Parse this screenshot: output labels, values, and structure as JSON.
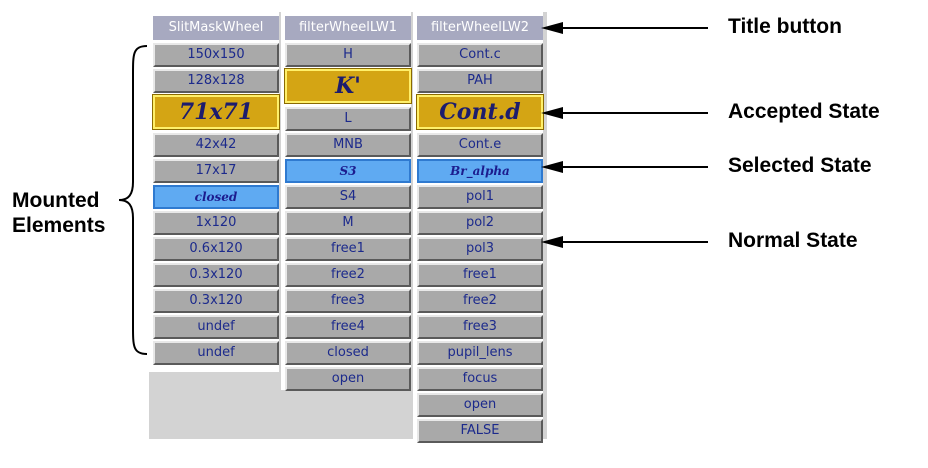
{
  "columns": [
    {
      "title": "SlitMaskWheel",
      "items": [
        {
          "label": "150x150",
          "state": "normal"
        },
        {
          "label": "128x128",
          "state": "normal"
        },
        {
          "label": "71x71",
          "state": "accepted"
        },
        {
          "label": "42x42",
          "state": "normal"
        },
        {
          "label": "17x17",
          "state": "normal"
        },
        {
          "label": "closed",
          "state": "selected"
        },
        {
          "label": "1x120",
          "state": "normal"
        },
        {
          "label": "0.6x120",
          "state": "normal"
        },
        {
          "label": "0.3x120",
          "state": "normal"
        },
        {
          "label": "0.3x120",
          "state": "normal"
        },
        {
          "label": "undef",
          "state": "normal"
        },
        {
          "label": "undef",
          "state": "normal"
        }
      ]
    },
    {
      "title": "filterWheelLW1",
      "items": [
        {
          "label": "H",
          "state": "normal"
        },
        {
          "label": "K'",
          "state": "accepted"
        },
        {
          "label": "L",
          "state": "normal"
        },
        {
          "label": "MNB",
          "state": "normal"
        },
        {
          "label": "S3",
          "state": "selected"
        },
        {
          "label": "S4",
          "state": "normal"
        },
        {
          "label": "M",
          "state": "normal"
        },
        {
          "label": "free1",
          "state": "normal"
        },
        {
          "label": "free2",
          "state": "normal"
        },
        {
          "label": "free3",
          "state": "normal"
        },
        {
          "label": "free4",
          "state": "normal"
        },
        {
          "label": "closed",
          "state": "normal"
        },
        {
          "label": "open",
          "state": "normal"
        }
      ]
    },
    {
      "title": "filterWheelLW2",
      "items": [
        {
          "label": "Cont.c",
          "state": "normal"
        },
        {
          "label": "PAH",
          "state": "normal"
        },
        {
          "label": "Cont.d",
          "state": "accepted"
        },
        {
          "label": "Cont.e",
          "state": "normal"
        },
        {
          "label": "Br_alpha",
          "state": "selected"
        },
        {
          "label": "pol1",
          "state": "normal"
        },
        {
          "label": "pol2",
          "state": "normal"
        },
        {
          "label": "pol3",
          "state": "normal"
        },
        {
          "label": "free1",
          "state": "normal"
        },
        {
          "label": "free2",
          "state": "normal"
        },
        {
          "label": "free3",
          "state": "normal"
        },
        {
          "label": "pupil_lens",
          "state": "normal"
        },
        {
          "label": "focus",
          "state": "normal"
        },
        {
          "label": "open",
          "state": "normal"
        },
        {
          "label": "FALSE",
          "state": "normal"
        }
      ]
    }
  ],
  "annotations": {
    "title_button": "Title button",
    "accepted_state": "Accepted State",
    "selected_state": "Selected State",
    "normal_state": "Normal State",
    "mounted_line1": "Mounted",
    "mounted_line2": "Elements"
  }
}
